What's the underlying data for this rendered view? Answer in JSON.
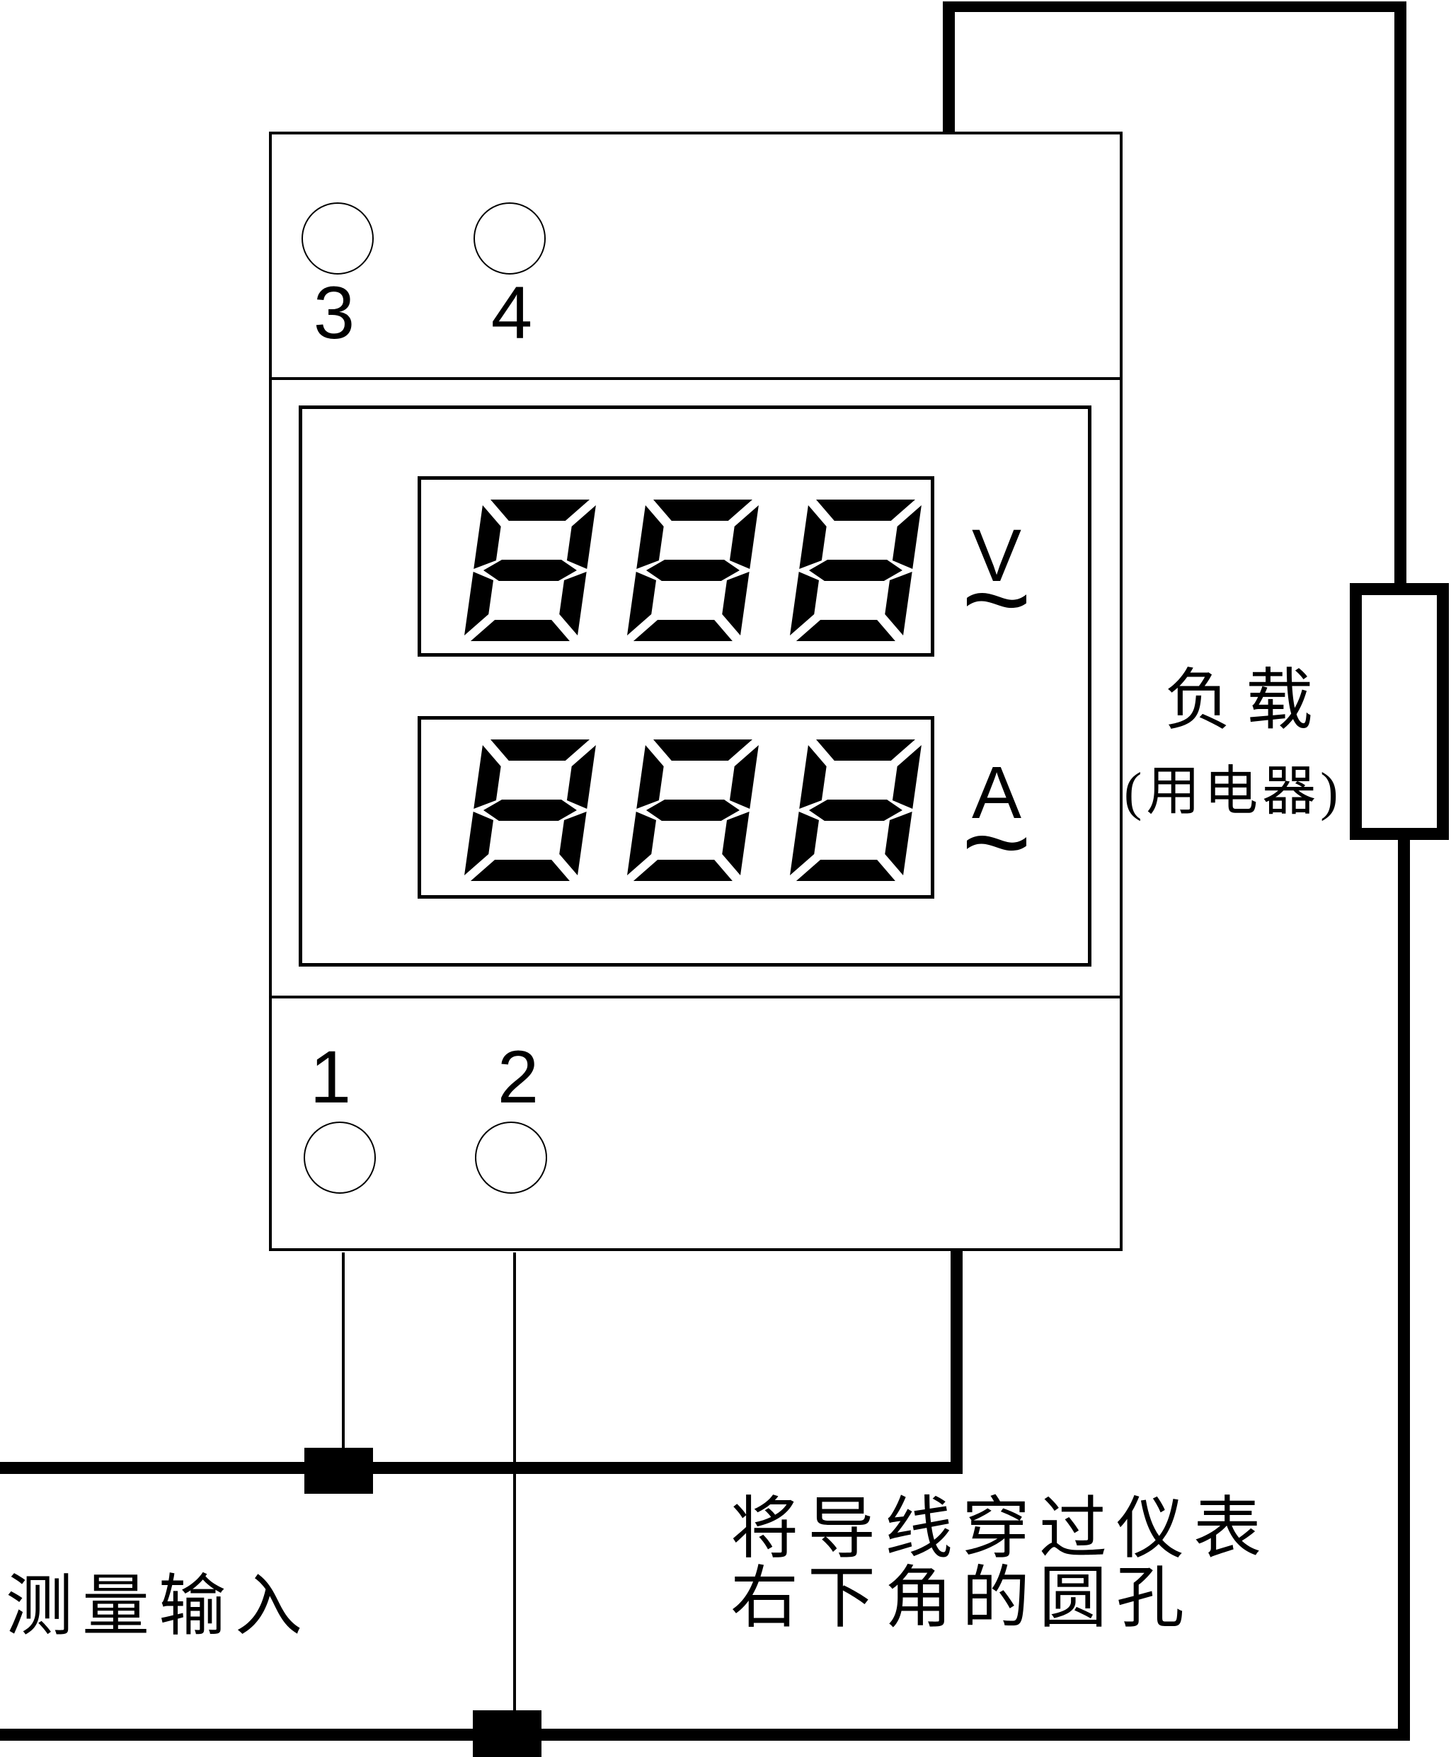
{
  "device": {
    "top_terminals": [
      {
        "id": "3"
      },
      {
        "id": "4"
      }
    ],
    "bottom_terminals": [
      {
        "id": "1"
      },
      {
        "id": "2"
      }
    ],
    "voltage_display": {
      "value": "888",
      "unit": "V",
      "ac_symbol": "~"
    },
    "current_display": {
      "value": "888",
      "unit": "A",
      "ac_symbol": "~"
    }
  },
  "annotations": {
    "load_label": "负载",
    "load_sublabel": "(用电器)",
    "measurement_input_label": "测量输入",
    "wire_note_line1": "将导线穿过仪表",
    "wire_note_line2": "右下角的圆孔"
  },
  "colors": {
    "line": "#000000",
    "background": "#ffffff"
  }
}
